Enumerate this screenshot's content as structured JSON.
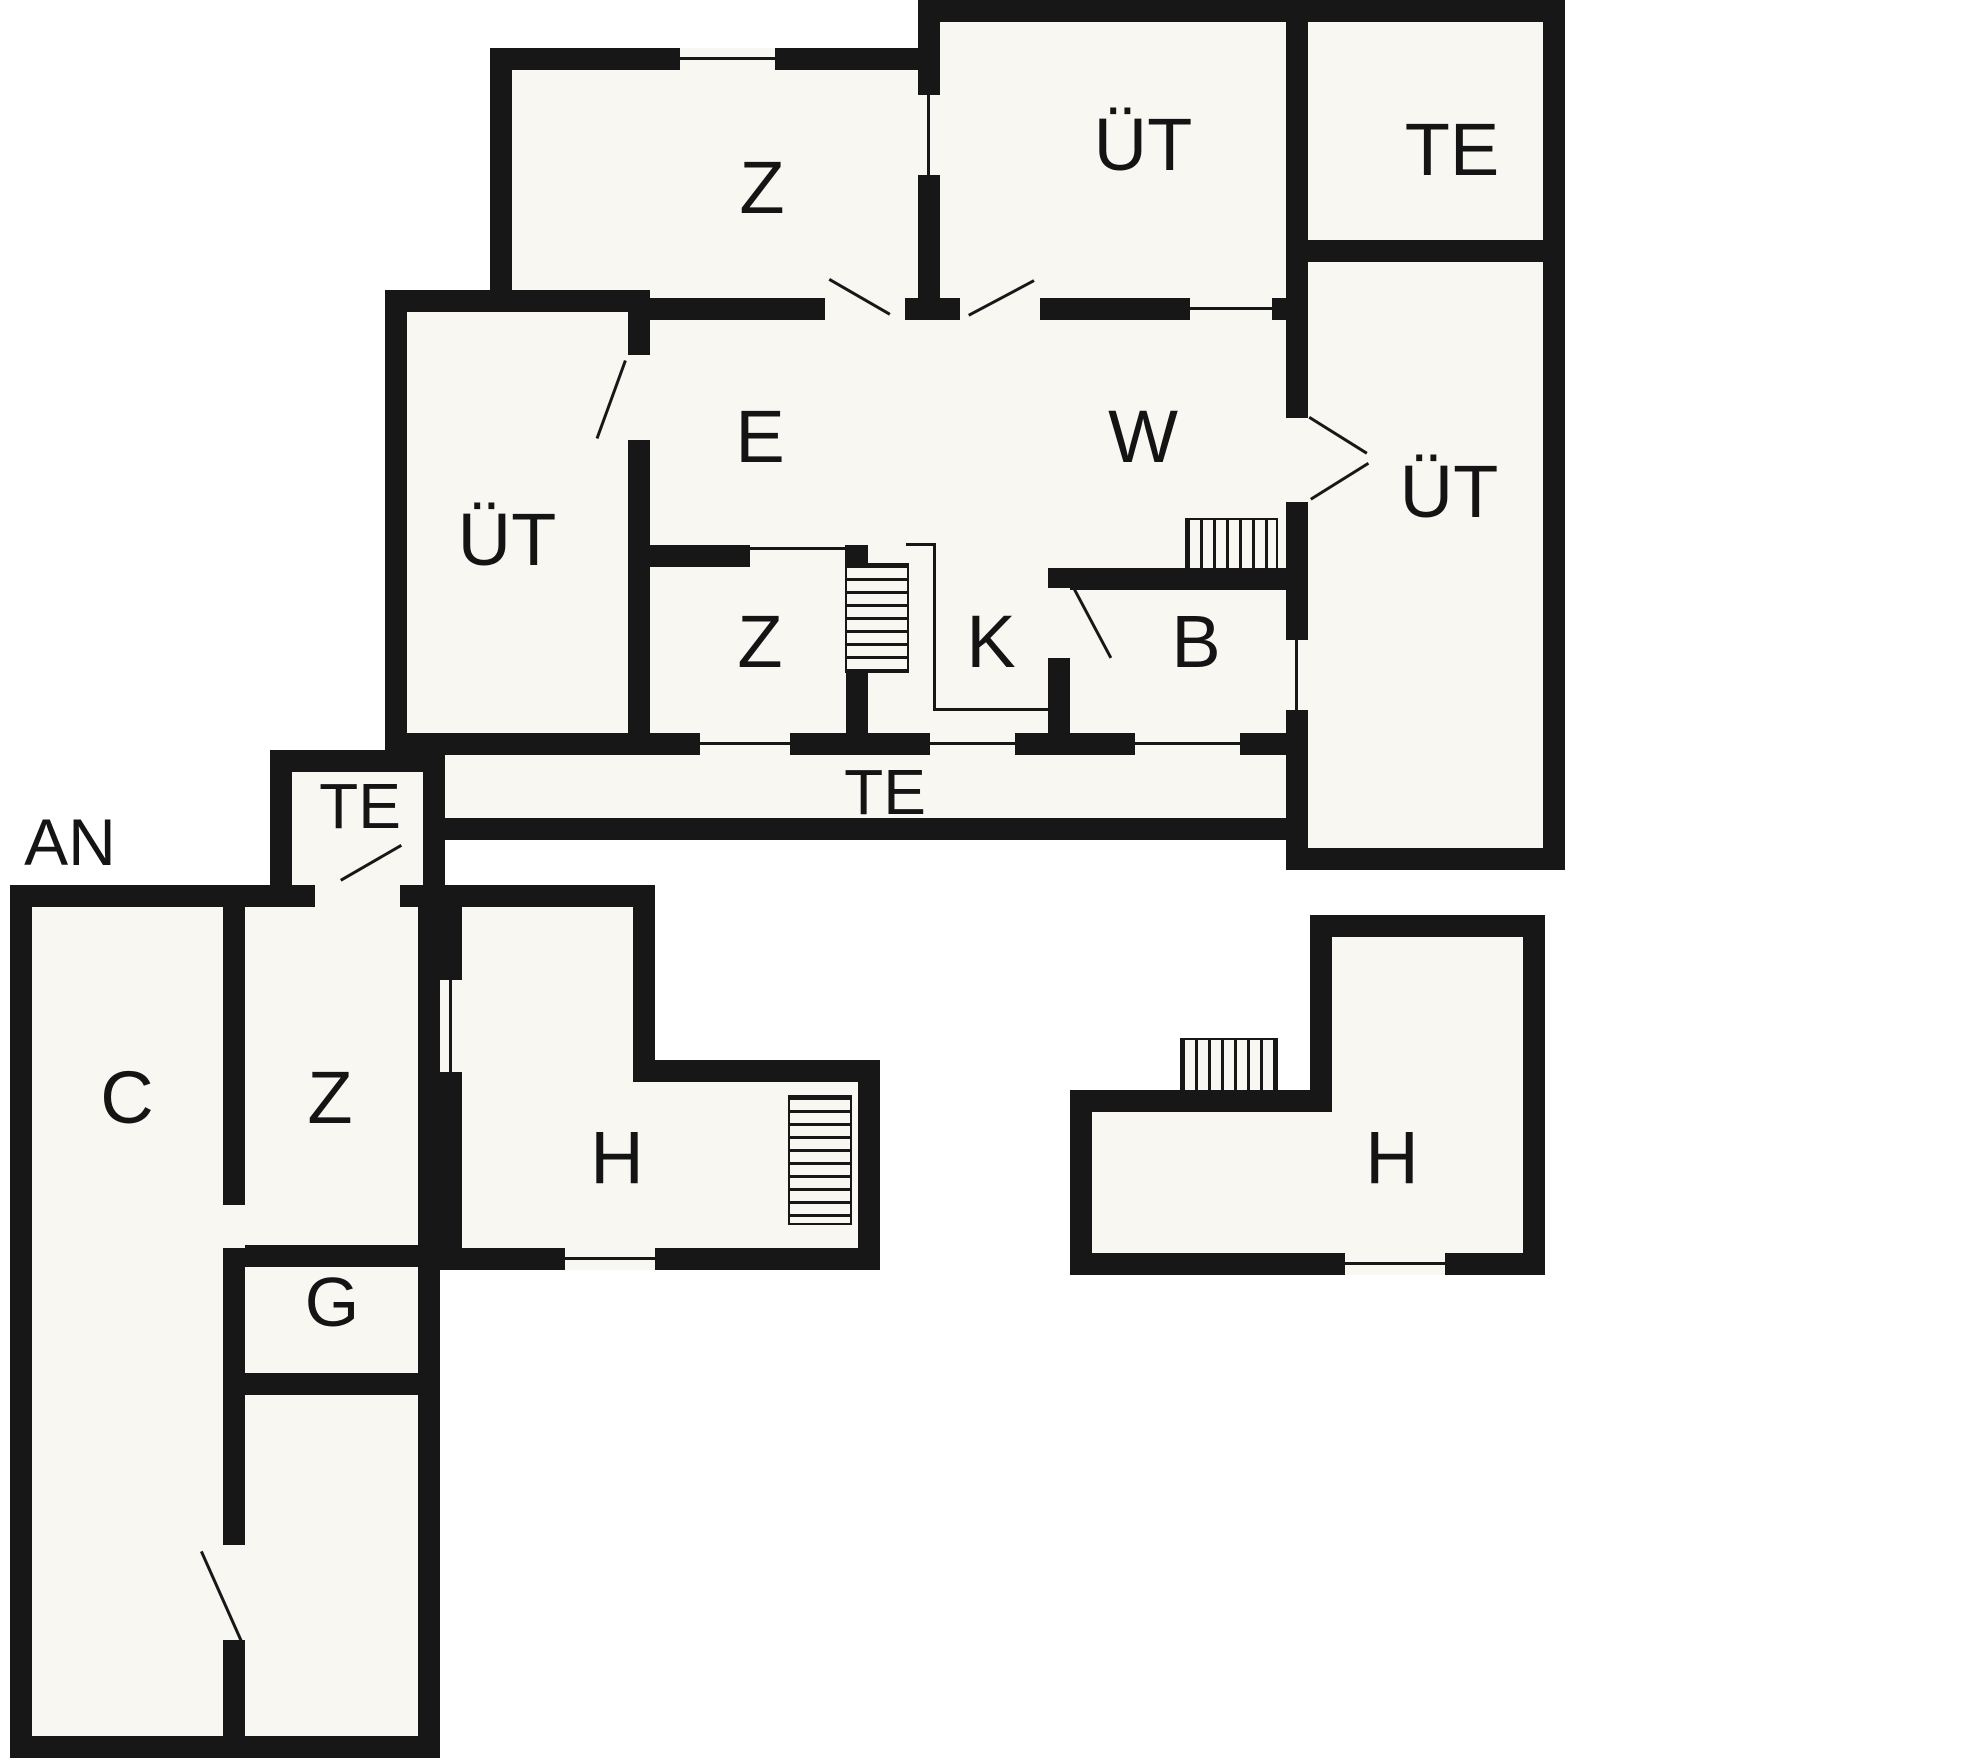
{
  "type": "floor-plan",
  "colors": {
    "wall": "#171717",
    "room": "#f8f7f2",
    "background": "#ffffff"
  },
  "labels": {
    "an": "AN",
    "z_top": "Z",
    "ut_top": "ÜT",
    "te_top": "TE",
    "ut_right": "ÜT",
    "ut_left": "ÜT",
    "e": "E",
    "w": "W",
    "z_small": "Z",
    "k": "K",
    "b": "B",
    "te_terrace": "TE",
    "te_small": "TE",
    "c": "C",
    "z_annex": "Z",
    "g": "G",
    "h_middle": "H",
    "h_right": "H"
  }
}
